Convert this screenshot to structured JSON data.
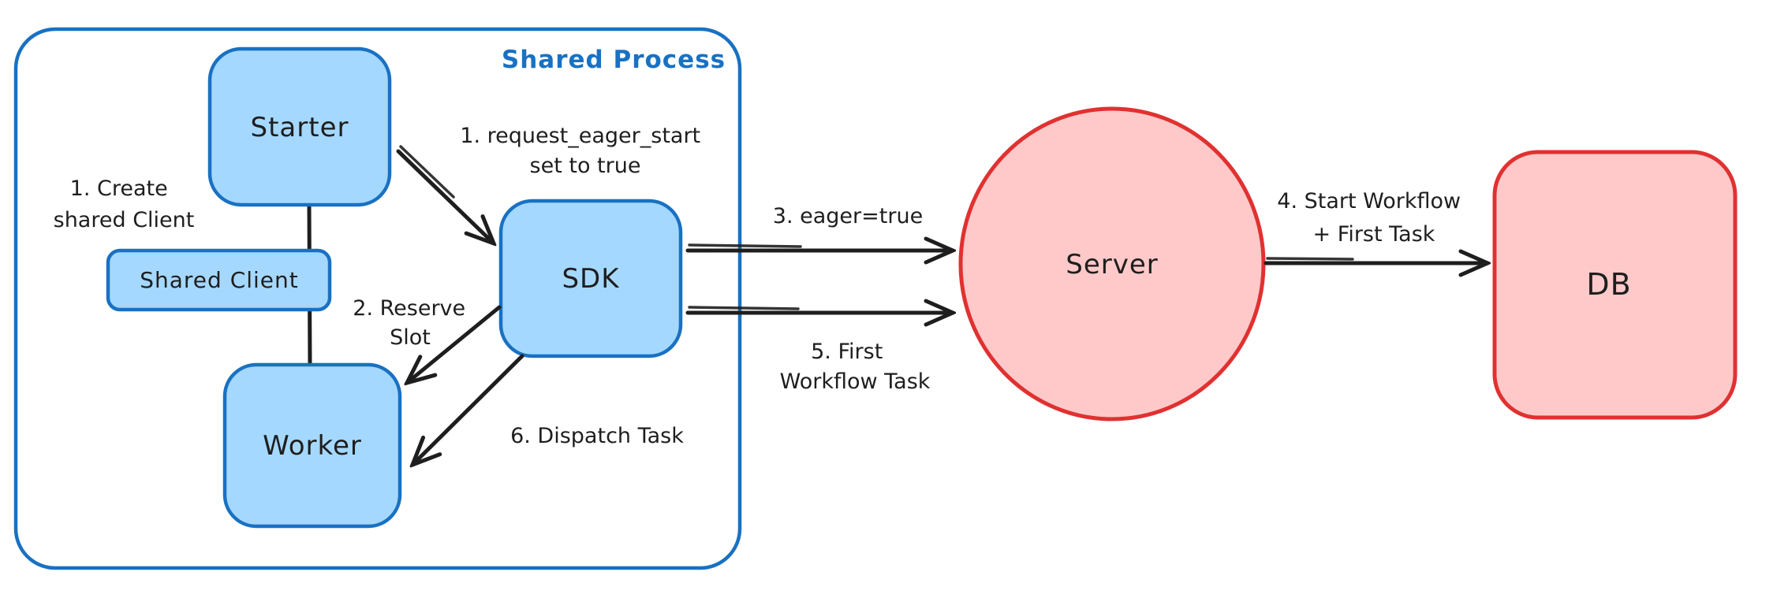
{
  "diagram": {
    "container": {
      "title": "Shared Process"
    },
    "nodes": {
      "starter": {
        "label": "Starter"
      },
      "shared_client": {
        "label": "Shared Client"
      },
      "worker": {
        "label": "Worker"
      },
      "sdk": {
        "label": "SDK"
      },
      "server": {
        "label": "Server"
      },
      "db": {
        "label": "DB"
      }
    },
    "edge_labels": {
      "create_shared_client": {
        "line1": "1. Create",
        "line2": "shared Client"
      },
      "request_eager_start": {
        "line1": "1. request_eager_start",
        "line2": "set to true"
      },
      "reserve_slot": {
        "line1": "2. Reserve",
        "line2": "Slot"
      },
      "dispatch_task": {
        "line1": "6. Dispatch Task"
      },
      "eager_true": {
        "line1": "3. eager=true"
      },
      "first_workflow_task": {
        "line1": "5. First",
        "line2": "Workflow Task"
      },
      "start_workflow": {
        "line1": "4. Start Workflow",
        "line2": "+ First Task"
      }
    },
    "colors": {
      "blue_stroke": "#1971c2",
      "blue_fill": "#a5d8ff",
      "red_stroke": "#e03131",
      "red_fill": "#ffc9c9",
      "ink": "#1e1e1e",
      "background": "#ffffff"
    }
  }
}
